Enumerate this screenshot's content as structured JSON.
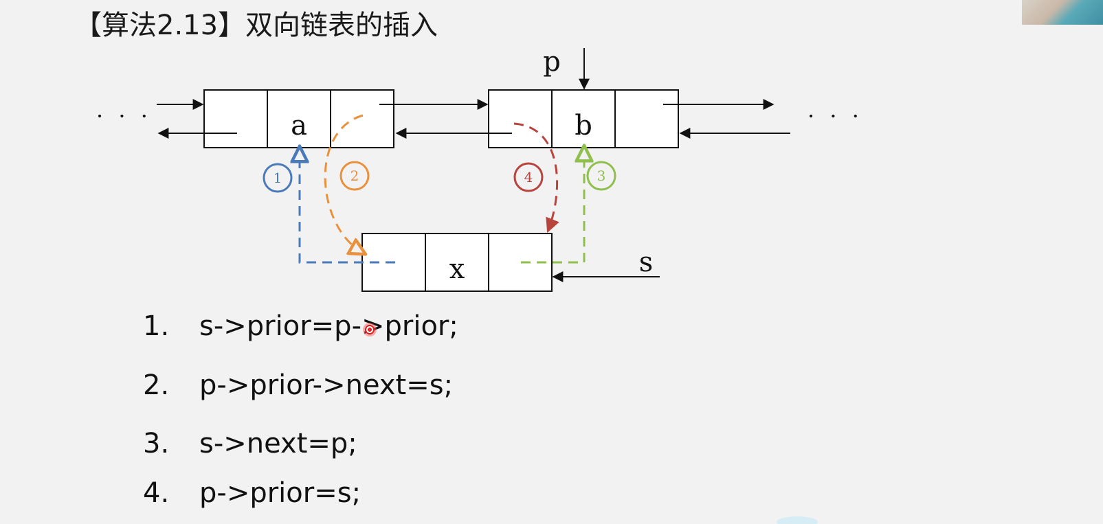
{
  "title": "【算法2.13】双向链表的插入",
  "diagram": {
    "pointer_p": "p",
    "pointer_s": "s",
    "node_a_value": "a",
    "node_b_value": "b",
    "node_x_value": "x",
    "ellipsis_left": "· · ·",
    "ellipsis_right": "· · ·",
    "steps": [
      {
        "number": "1",
        "color": "#4a7ab8"
      },
      {
        "number": "2",
        "color": "#e8913f"
      },
      {
        "number": "3",
        "color": "#8fbf4d"
      },
      {
        "number": "4",
        "color": "#b8443e"
      }
    ]
  },
  "code_lines": [
    {
      "number": "1.",
      "text": "s->prior=p->prior;"
    },
    {
      "number": "2.",
      "text": "p->prior->next=s;"
    },
    {
      "number": "3.",
      "text": "s->next=p;"
    },
    {
      "number": "4.",
      "text": "p->prior=s;"
    }
  ]
}
